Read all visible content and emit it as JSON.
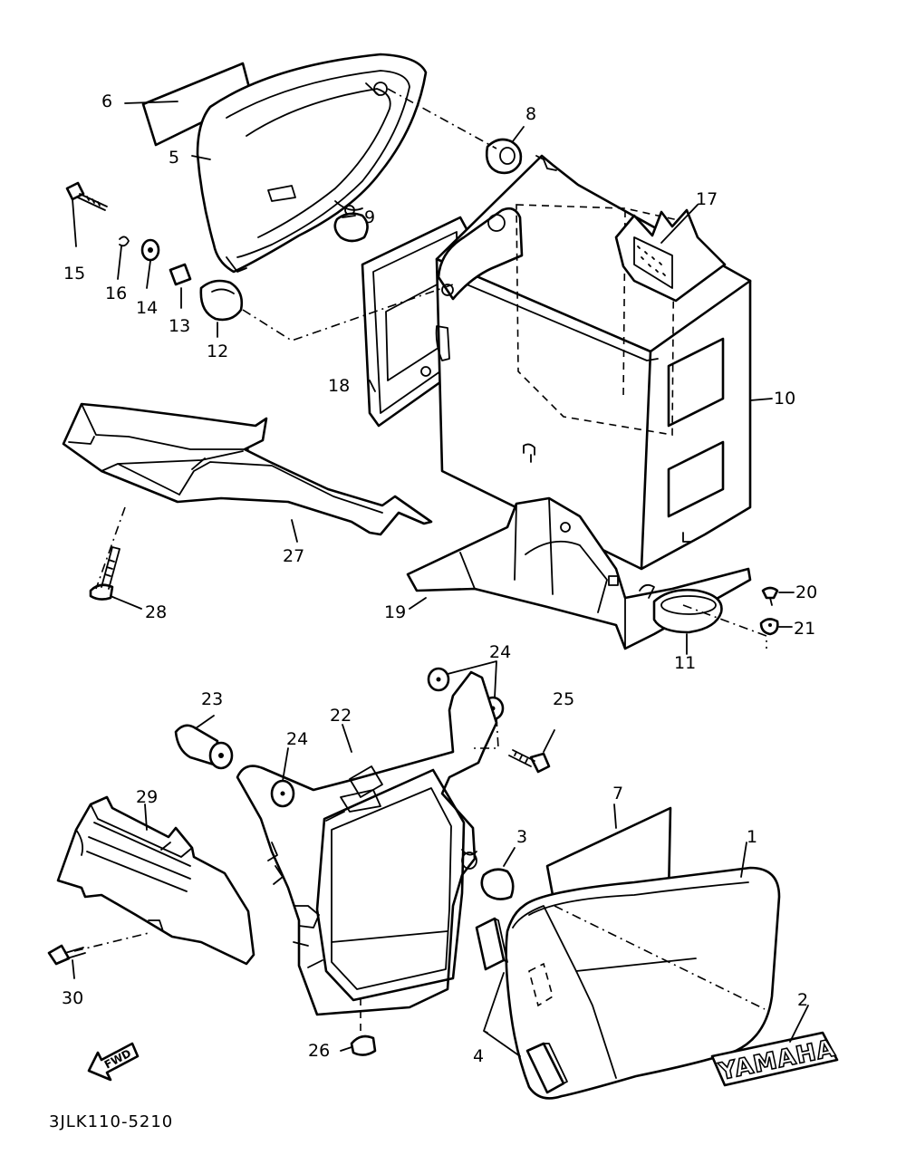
{
  "diagram_code": "3JLK110-5210",
  "brand_decal_text": "YAMAHA",
  "direction_arrow_text": "FWD",
  "callouts": {
    "c1": "1",
    "c2": "2",
    "c3": "3",
    "c4": "4",
    "c5": "5",
    "c6": "6",
    "c7": "7",
    "c8": "8",
    "c9": "9",
    "c10": "10",
    "c11": "11",
    "c12": "12",
    "c13": "13",
    "c14": "14",
    "c15": "15",
    "c16": "16",
    "c17": "17",
    "c18": "18",
    "c19": "19",
    "c20": "20",
    "c21": "21",
    "c22": "22",
    "c23": "23",
    "c24a": "24",
    "c24b": "24",
    "c25": "25",
    "c26": "26",
    "c27": "27",
    "c28": "28",
    "c29": "29",
    "c30": "30"
  },
  "colors": {
    "ink": "#000000",
    "paper": "#ffffff"
  }
}
